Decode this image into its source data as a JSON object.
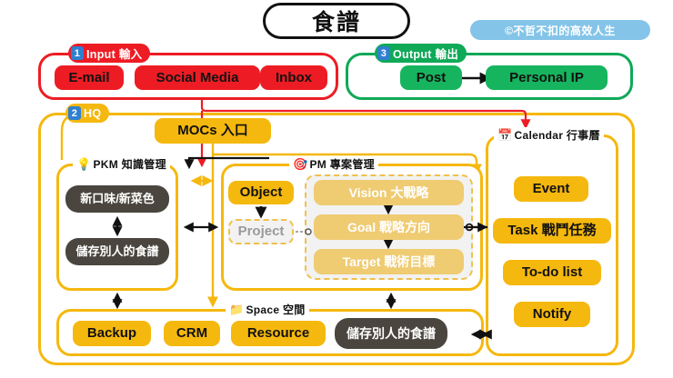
{
  "title": "食譜",
  "credit": "©不哲不扣的高效人生",
  "colors": {
    "input_red": "#ED1C24",
    "output_green": "#0FA958",
    "hq_gold": "#F5B80E",
    "badge_num_blue": "#2F7FD1",
    "dark_chip": "#4A453E",
    "light_gold": "#EFCB72",
    "credit_blue": "#84c4e8"
  },
  "sections": {
    "input": {
      "number": "1",
      "label": "Input 輸入",
      "chips": [
        "E-mail",
        "Social Media",
        "Inbox"
      ]
    },
    "output": {
      "number": "3",
      "label": "Output 輸出",
      "chips": [
        "Post",
        "Personal IP"
      ]
    },
    "hq": {
      "number": "2",
      "label": "HQ",
      "entry_chip": "MOCs 入口"
    },
    "pkm": {
      "icon": "lightbulb-icon",
      "emoji": "💡",
      "label": "PKM 知識管理",
      "chips": [
        "新口味/新菜色",
        "儲存別人的食譜"
      ]
    },
    "pm": {
      "icon": "target-icon",
      "emoji": "🎯",
      "label": "PM 專案管理",
      "object": "Object",
      "project": "Project",
      "strategy": [
        "Vision 大戰略",
        "Goal 戰略方向",
        "Target 戰術目標"
      ]
    },
    "calendar": {
      "icon": "calendar-icon",
      "emoji": "📅",
      "label": "Calendar 行事曆",
      "chips": [
        "Event",
        "Task 戰鬥任務",
        "To-do list",
        "Notify"
      ]
    },
    "space": {
      "icon": "folder-icon",
      "emoji": "📁",
      "label": "Space 空間",
      "chips": [
        "Backup",
        "CRM",
        "Resource"
      ],
      "dark_chip": "儲存別人的食譜"
    }
  }
}
